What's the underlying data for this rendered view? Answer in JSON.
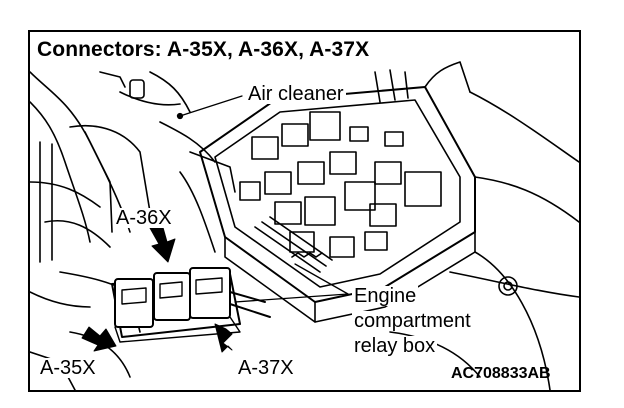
{
  "title": "Connectors: A-35X, A-36X, A-37X",
  "labels": {
    "air_cleaner": "Air cleaner",
    "a36x": "A-36X",
    "a35x": "A-35X",
    "a37x": "A-37X",
    "relay_line1": "Engine",
    "relay_line2": "compartment",
    "relay_line3": "relay box"
  },
  "figure_code": "AC708833AB"
}
